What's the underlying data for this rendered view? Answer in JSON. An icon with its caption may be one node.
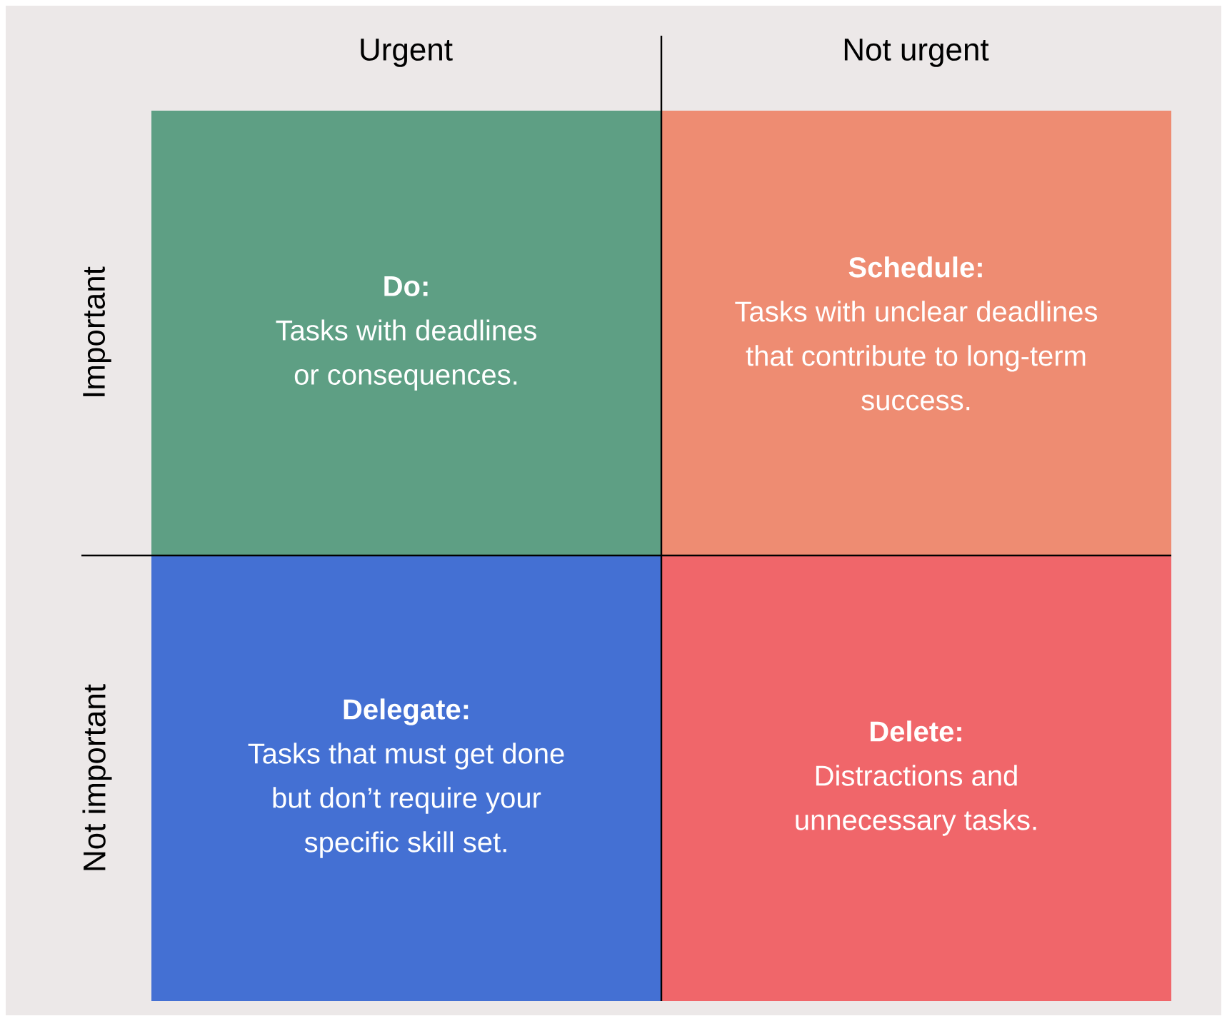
{
  "diagram": {
    "nodes": [
      {
        "text": [
          "Do:",
          "Tasks with deadlines or consequences."
        ]
      },
      {
        "text": [
          "Schedule:",
          "Tasks with unclear deadlines that contribute to long-term success."
        ]
      },
      {
        "text": [
          "Delegate:",
          "Tasks that must get done but don’t require your specific skill set."
        ]
      },
      {
        "text": [
          "Delete:",
          "Distractions and unnecessary tasks."
        ]
      }
    ],
    "labels": [
      "Urgent",
      "Not urgent",
      "Important",
      "Not important"
    ]
  }
}
